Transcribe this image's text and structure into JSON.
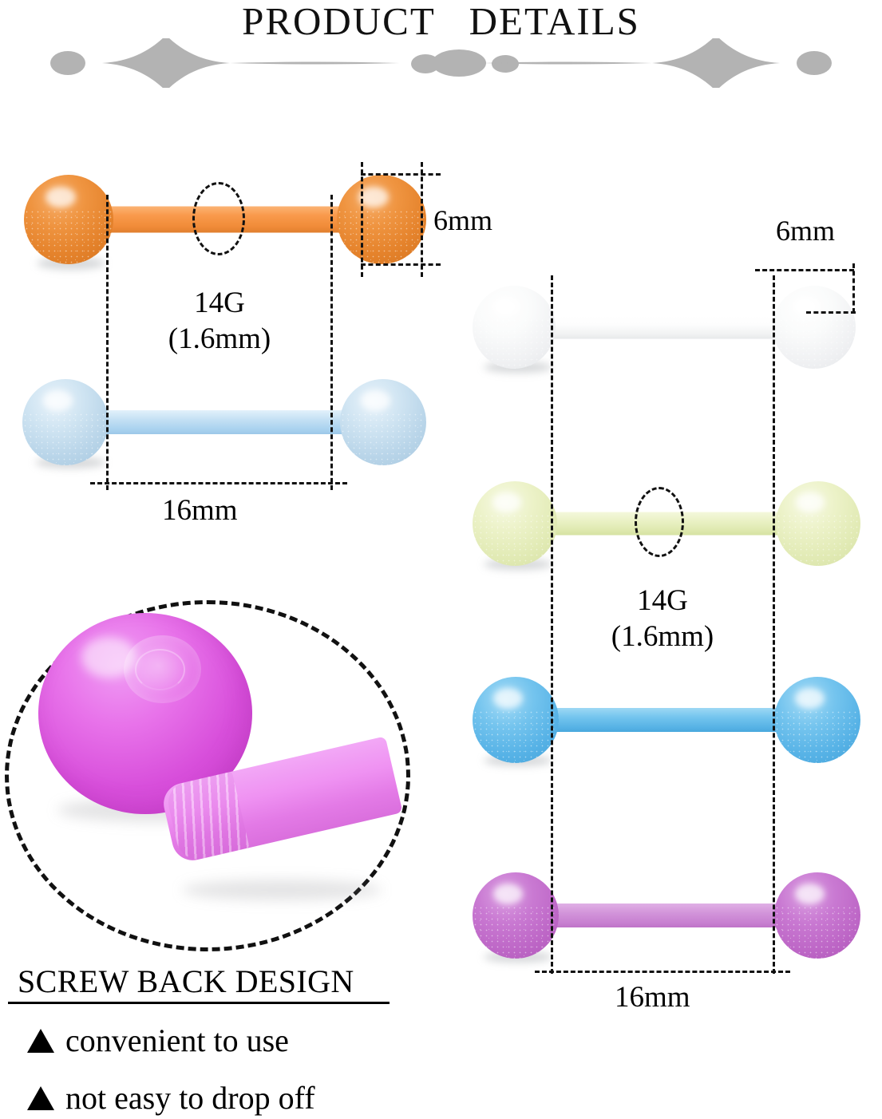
{
  "header": {
    "title": "PRODUCT   DETAILS",
    "divider_icon": "ornamental-divider",
    "divider_color": "#b3b3b3"
  },
  "left_panel": {
    "ball_diameter_label": "6mm",
    "gauge_label": "14G\n(1.6mm)",
    "length_label": "16mm",
    "items": [
      {
        "name": "orange-barbell",
        "ball_color": "#e8852c",
        "bar_color": "#f79a4a"
      },
      {
        "name": "light-blue-barbell",
        "ball_color": "#b9d3e6",
        "bar_color": "#bcdcf2"
      }
    ]
  },
  "right_panel": {
    "ball_diameter_label": "6mm",
    "gauge_label": "14G\n(1.6mm)",
    "length_label": "16mm",
    "items": [
      {
        "name": "white-barbell",
        "ball_color": "#f3f4f5",
        "bar_color": "#fbfbfb"
      },
      {
        "name": "glow-yellow-barbell",
        "ball_color": "#e6eeb8",
        "bar_color": "#e9f0c4"
      },
      {
        "name": "blue-barbell",
        "ball_color": "#58b5e8",
        "bar_color": "#74c3ee"
      },
      {
        "name": "purple-barbell",
        "ball_color": "#c06ac9",
        "bar_color": "#ce8ed6"
      }
    ]
  },
  "detail_view": {
    "name": "screw-back-magnified-detail",
    "ball_color": "#da4fdd",
    "shaft_color": "#ef92f2"
  },
  "screw_back": {
    "title": "SCREW BACK DESIGN",
    "bullet_icon": "triangle-bullet",
    "features": [
      "convenient to use",
      "not easy to drop off"
    ]
  }
}
